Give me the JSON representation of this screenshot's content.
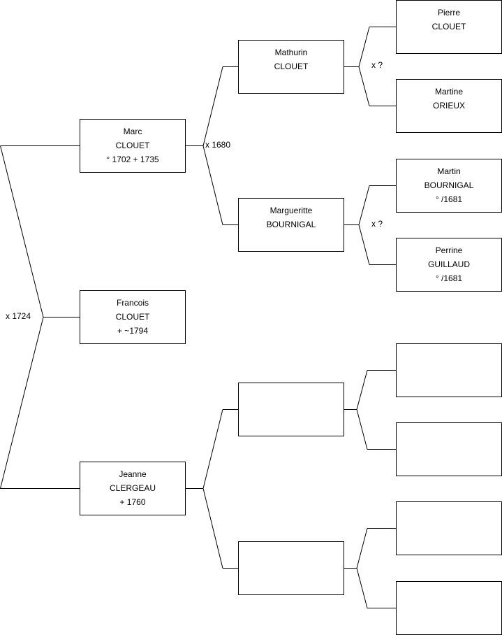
{
  "marriages": {
    "root": "x 1724",
    "marc": "x 1680",
    "mathurin": "x ?",
    "marguerite": "x ?"
  },
  "people": {
    "francois": {
      "first": "Francois",
      "last": "CLOUET",
      "dates": "+ ~1794"
    },
    "marc": {
      "first": "Marc",
      "last": "CLOUET",
      "dates": "° 1702 + 1735"
    },
    "jeanne": {
      "first": "Jeanne",
      "last": "CLERGEAU",
      "dates": "+ 1760"
    },
    "mathurin": {
      "first": "Mathurin",
      "last": "CLOUET",
      "dates": ""
    },
    "marguerite": {
      "first": "Margueritte",
      "last": "BOURNIGAL",
      "dates": ""
    },
    "jeanne_father": {
      "first": "",
      "last": "",
      "dates": ""
    },
    "jeanne_mother": {
      "first": "",
      "last": "",
      "dates": ""
    },
    "pierre": {
      "first": "Pierre",
      "last": "CLOUET",
      "dates": ""
    },
    "martine": {
      "first": "Martine",
      "last": "ORIEUX",
      "dates": ""
    },
    "martin": {
      "first": "Martin",
      "last": "BOURNIGAL",
      "dates": "° /1681"
    },
    "perrine": {
      "first": "Perrine",
      "last": "GUILLAUD",
      "dates": "° /1681"
    },
    "ggp5": {
      "first": "",
      "last": "",
      "dates": ""
    },
    "ggp6": {
      "first": "",
      "last": "",
      "dates": ""
    },
    "ggp7": {
      "first": "",
      "last": "",
      "dates": ""
    },
    "ggp8": {
      "first": "",
      "last": "",
      "dates": ""
    }
  }
}
